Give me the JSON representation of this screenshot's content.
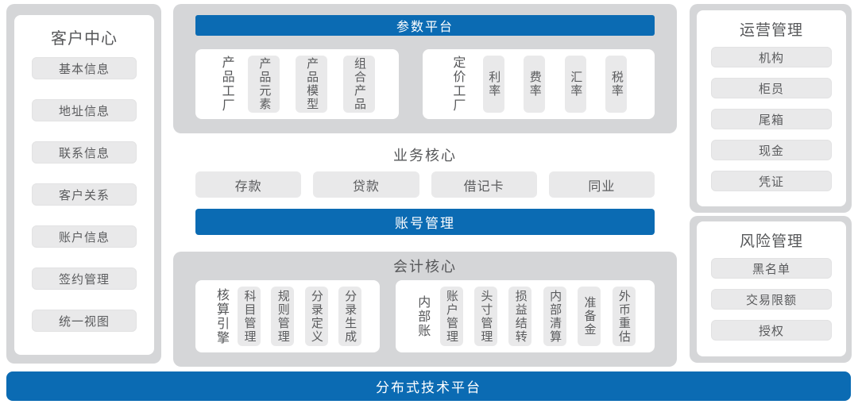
{
  "colors": {
    "blue": "#0b6bb3",
    "container_gray": "#d5d6d8",
    "box_gray": "#e9e9ea",
    "text": "#58595b"
  },
  "left_panel": {
    "title": "客户中心",
    "items": [
      "基本信息",
      "地址信息",
      "联系信息",
      "客户关系",
      "账户信息",
      "签约管理",
      "统一视图"
    ]
  },
  "middle": {
    "param_platform": {
      "header": "参数平台",
      "groups": [
        {
          "label": "产品工厂",
          "items": [
            "产品元素",
            "产品模型",
            "组合产品"
          ]
        },
        {
          "label": "定价工厂",
          "items": [
            "利率",
            "费率",
            "汇率",
            "税率"
          ]
        }
      ]
    },
    "business_core": {
      "title": "业务核心",
      "items": [
        "存款",
        "贷款",
        "借记卡",
        "同业"
      ],
      "account_bar": "账号管理"
    },
    "accounting_core": {
      "title": "会计核心",
      "groups": [
        {
          "label": "核算引擎",
          "items": [
            "科目管理",
            "规则管理",
            "分录定义",
            "分录生成"
          ]
        },
        {
          "label": "内部账",
          "items": [
            "账户管理",
            "头寸管理",
            "损益结转",
            "内部清算",
            "准备金",
            "外币重估"
          ]
        }
      ]
    }
  },
  "right_panels": [
    {
      "title": "运营管理",
      "items": [
        "机构",
        "柜员",
        "尾箱",
        "现金",
        "凭证"
      ]
    },
    {
      "title": "风险管理",
      "items": [
        "黑名单",
        "交易限额",
        "授权"
      ]
    }
  ],
  "bottom_bar": "分布式技术平台"
}
